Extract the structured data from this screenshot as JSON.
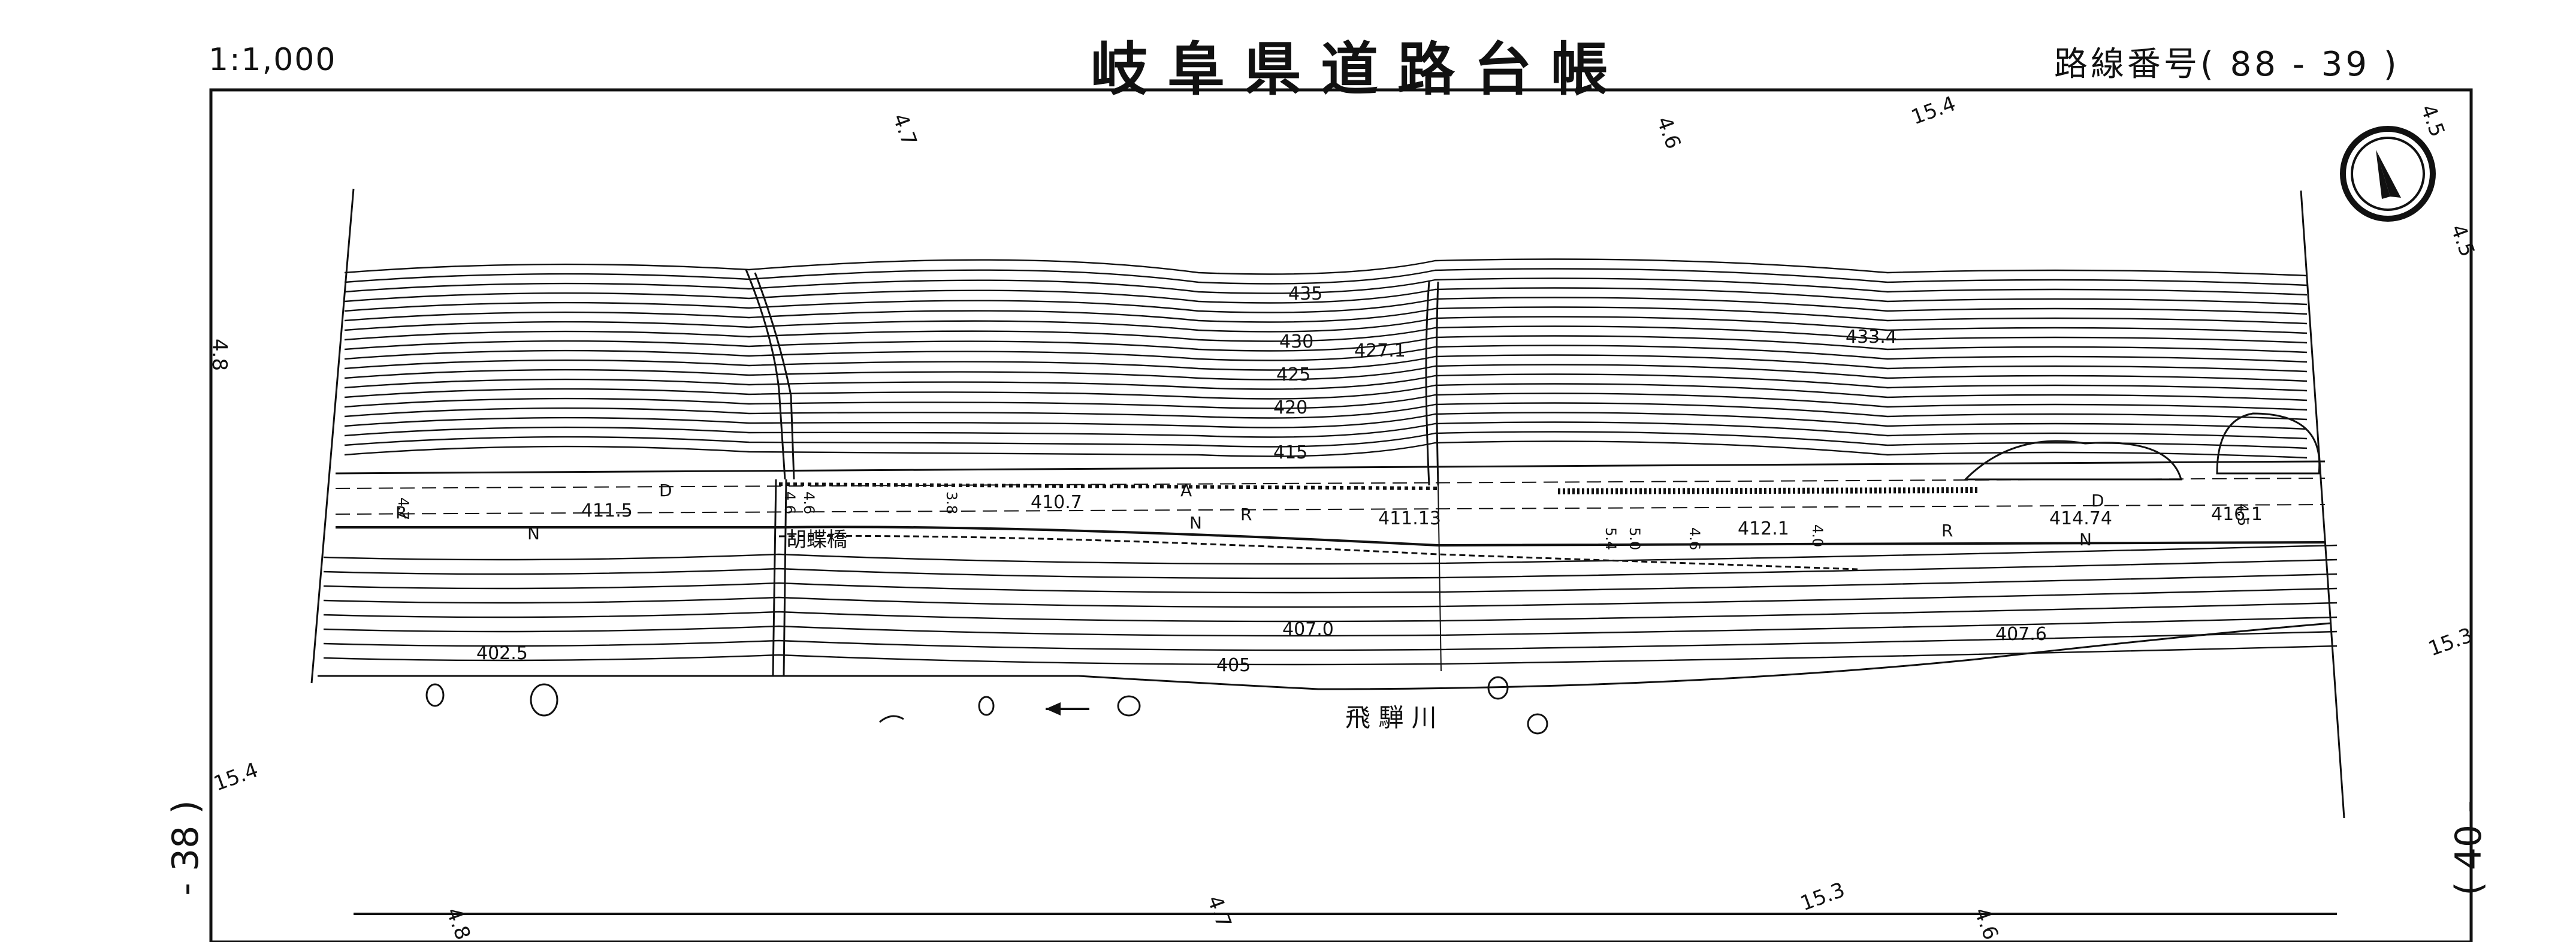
{
  "header": {
    "scale": "1:1,000",
    "title": "岐阜県道路台帳",
    "route_label": "路線番号( 88 - 39 )"
  },
  "side": {
    "left": "- 38 )",
    "right": "( 40 -"
  },
  "map": {
    "river_name": "飛 騨 川",
    "bridge_name": "胡蝶橋",
    "border_marks": [
      "4.7",
      "4.6",
      "15.4",
      "4.5",
      "4.5",
      "4.8",
      "15.3",
      "15.4",
      "4.8",
      "4.7",
      "15.3",
      "4.6"
    ],
    "contour_labels": [
      "435",
      "430",
      "425",
      "420",
      "415",
      "405"
    ],
    "spot_heights": [
      "427.1",
      "433.4",
      "411.5",
      "410.7",
      "411.13",
      "412.1",
      "414.74",
      "416.1",
      "407.0",
      "407.6",
      "402.5"
    ],
    "road_widths": [
      "4.7",
      "4.6",
      "4.6",
      "3.8",
      "5.4",
      "5.0",
      "4.6",
      "4.0",
      "4.5"
    ],
    "road_symbols": [
      "R",
      "D",
      "N",
      "A",
      "R",
      "N",
      "R",
      "D",
      "N"
    ],
    "north_arrow_icon": "north-arrow-icon",
    "flow_arrow_icon": "flow-arrow-icon",
    "colors": {
      "line": "#111111",
      "background": "#ffffff"
    }
  }
}
